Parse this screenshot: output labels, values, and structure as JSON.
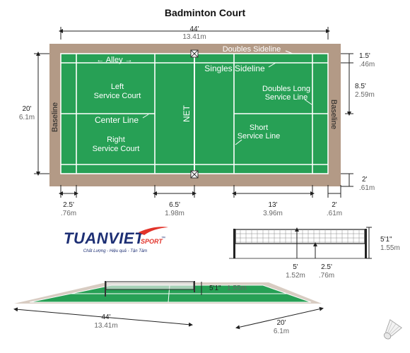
{
  "title": "Badminton Court",
  "colors": {
    "surround": "#b39a86",
    "court_green": "#27a055",
    "court_green_dark": "#1d8a46",
    "lines": "#ffffff",
    "brand_blue": "#1d2f74",
    "brand_red": "#e2332a"
  },
  "top_view": {
    "total_length": {
      "ft": "44'",
      "m": "13.41m"
    },
    "total_width": {
      "ft": "20'",
      "m": "6.1m"
    },
    "alley_width": {
      "ft": "1.5'",
      "m": ".46m"
    },
    "singles_width_part": {
      "ft": "8.5'",
      "m": "2.59m"
    },
    "back_gap": {
      "ft": "2'",
      "m": ".61m"
    },
    "long_service_gap": {
      "ft": "2.5'",
      "m": ".76m"
    },
    "short_service_dist": {
      "ft": "6.5'",
      "m": "1.98m"
    },
    "service_depth": {
      "ft": "13'",
      "m": "3.96m"
    },
    "right_back_gap": {
      "ft": "2'",
      "m": ".61m"
    },
    "labels": {
      "alley": "← Alley →",
      "doubles_sideline": "Doubles Sideline",
      "singles_sideline": "Singles Sideline",
      "left_service_court": [
        "Left",
        "Service Court"
      ],
      "center_line": "Center Line",
      "right_service_court": [
        "Right",
        "Service Court"
      ],
      "net": "NET",
      "doubles_long_service_line": [
        "Doubles Long",
        "Service Line"
      ],
      "short_service_line": [
        "Short",
        "Service Line"
      ],
      "baseline_left": "Baseline",
      "baseline_right": "Baseline"
    }
  },
  "brand": {
    "name_main": "TUANVIET",
    "name_sport": "SPORT",
    "tm": "™",
    "tagline": "Chất Lượng - Hiệu quả - Tận Tâm"
  },
  "net_side_view": {
    "net_height": {
      "ft": "5'1\"",
      "m": "1.55m"
    },
    "center_height": {
      "ft": "5'",
      "m": "1.52m"
    },
    "post_gap": {
      "ft": "2.5'",
      "m": ".76m"
    }
  },
  "perspective_view": {
    "net_height": {
      "ft": "5'1\"",
      "m": "1.55m"
    },
    "length": {
      "ft": "44'",
      "m": "13.41m"
    },
    "width": {
      "ft": "20'",
      "m": "6.1m"
    }
  }
}
